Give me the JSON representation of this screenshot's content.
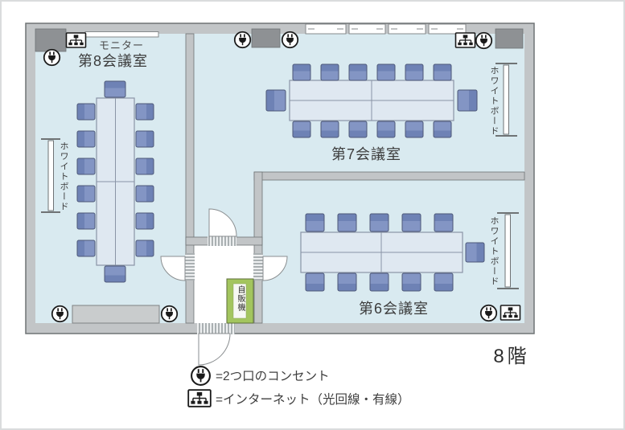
{
  "floor_label": "8階",
  "rooms": [
    {
      "name": "第8会議室",
      "seats": 14
    },
    {
      "name": "第7会議室",
      "seats": 14
    },
    {
      "name": "第6会議室",
      "seats": 11
    }
  ],
  "labels": {
    "monitor": "モニター",
    "whiteboard": "ホワイトボード",
    "vending_machine": "自販機"
  },
  "legend": {
    "outlet": {
      "icon": "power-outlet-icon",
      "text": "=2つ口のコンセント"
    },
    "internet": {
      "icon": "lan-icon",
      "text": "=インターネット（光回線・有線）"
    }
  },
  "colors": {
    "floor": "#d9eaf0",
    "wall": "#c2c5c7",
    "wall_edge": "#6f7375",
    "chair_seat": "#8395c4",
    "chair_back": "#6e82b5",
    "table": "#dfe8f1",
    "vending_green": "#a3c55e",
    "vestibule": "#ffffff"
  }
}
